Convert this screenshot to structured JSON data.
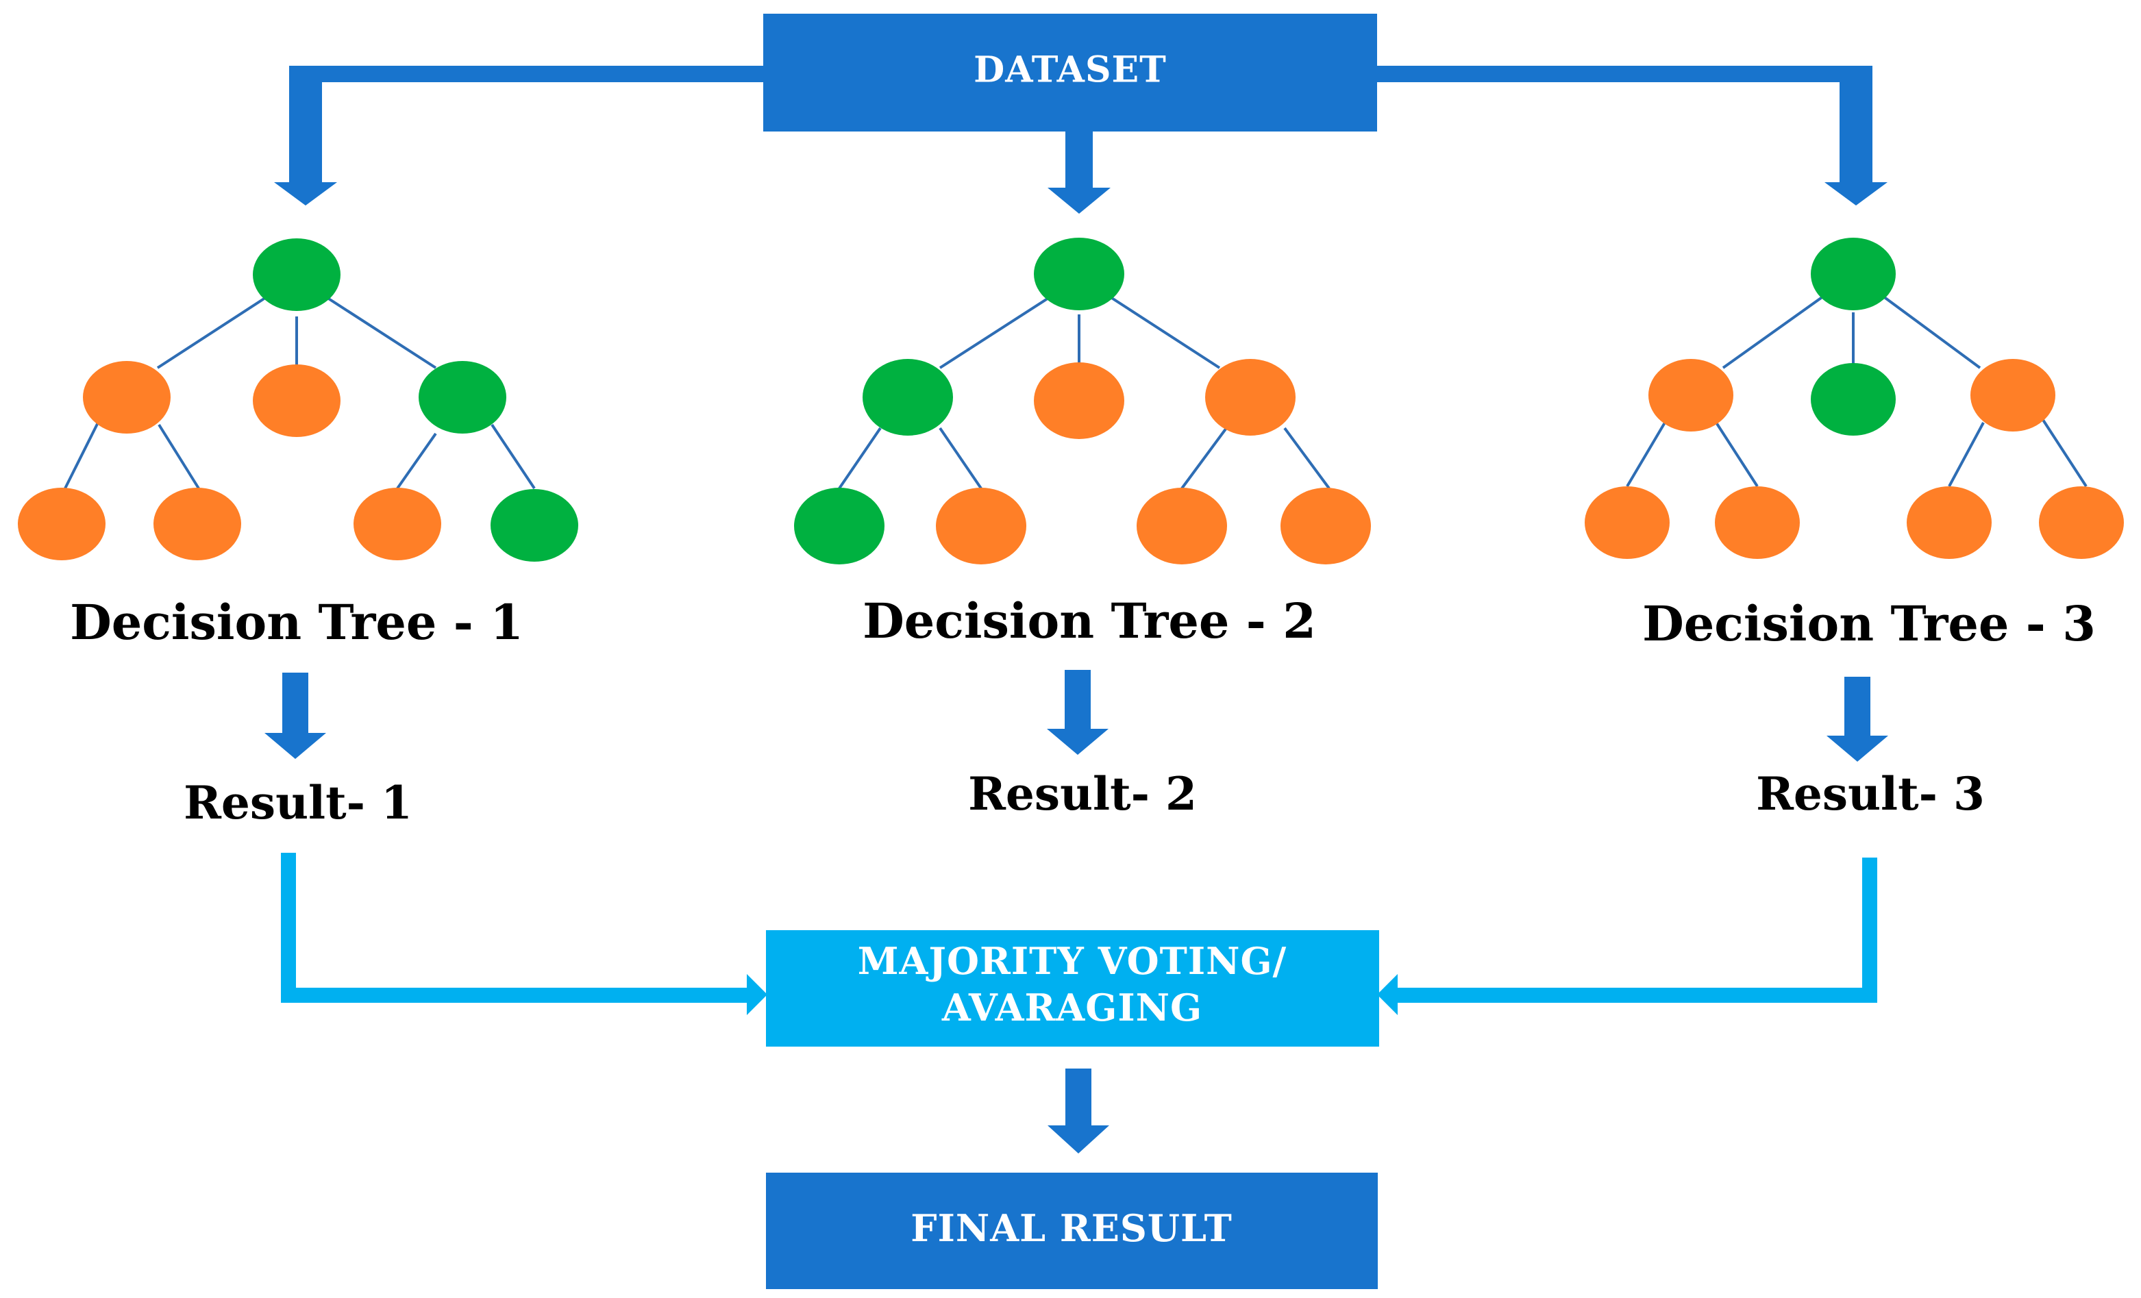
{
  "nodes": {
    "dataset": "DATASET",
    "voting_line1": "MAJORITY VOTING/",
    "voting_line2": "AVARAGING",
    "final": "FINAL RESULT"
  },
  "trees": [
    {
      "title": "Decision Tree - 1",
      "result": "Result- 1",
      "root": "green",
      "level1": [
        "orange",
        "orange",
        "green"
      ],
      "leaves": [
        "orange",
        "orange",
        "orange",
        "green"
      ]
    },
    {
      "title": "Decision Tree - 2",
      "result": "Result- 2",
      "root": "green",
      "level1": [
        "green",
        "orange",
        "orange"
      ],
      "leaves": [
        "green",
        "orange",
        "orange",
        "orange"
      ]
    },
    {
      "title": "Decision Tree - 3",
      "result": "Result- 3",
      "root": "green",
      "level1": [
        "orange",
        "green",
        "orange"
      ],
      "leaves": [
        "orange",
        "orange",
        "orange",
        "orange"
      ]
    }
  ],
  "colors": {
    "dark_blue": "#1874CD",
    "light_blue": "#00B0F0",
    "green": "#00B140",
    "orange": "#FF7F27",
    "edge": "#2E6DB4"
  }
}
